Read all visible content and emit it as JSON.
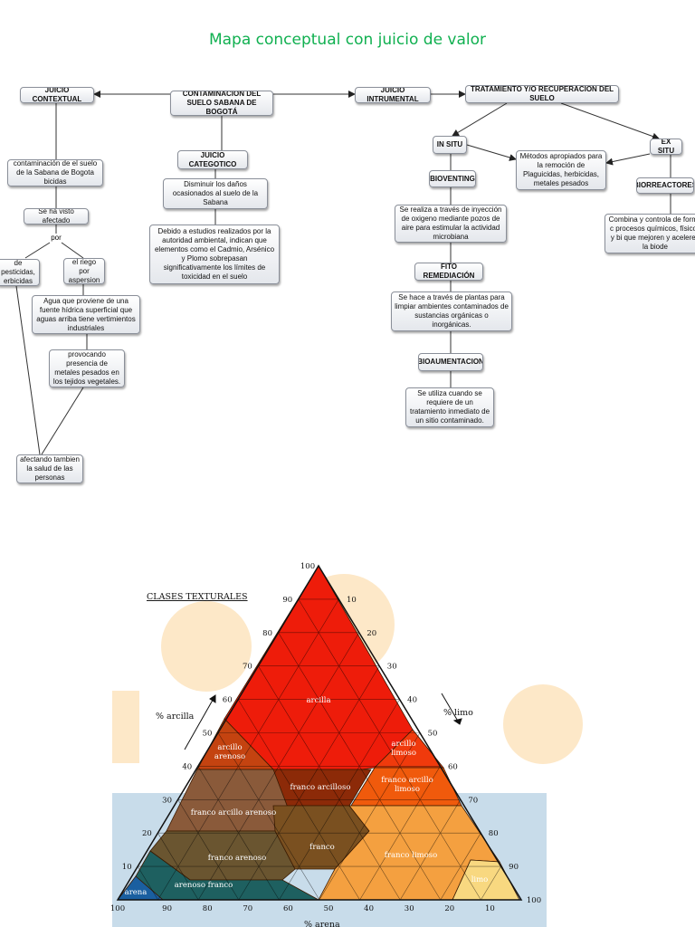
{
  "title": "Mapa conceptual con juicio de valor",
  "concept_map": {
    "contextual": "JUICIO CONTEXTUAL",
    "central": "CONTAMINACION DEL SUELO SABANA DE BOGOTÁ",
    "instrumental": "JUICIO INTRUMENTAL",
    "tratamiento": "TRATAMIENTO Y/O RECUPERACIÓN DEL SUELO",
    "ctx_desc": "contaminación de el suelo de la Sabana de Bogota bicidas",
    "visto": "Se ha visto afectado",
    "por": "por",
    "pesticidas": "de pesticidas, erbicidas",
    "riego": "el riego por aspersion",
    "agua": "Agua que proviene de una fuente hídrica superficial que aguas arriba tiene vertimientos industriales",
    "metales": "provocando presencia de metales pesados en los tejidos vegetales.",
    "salud": "afectando tambien la salud de las personas",
    "categorico": "JUICIO CATEGOTICO",
    "disminuir": "Disminuir los daños ocasionados al suelo de la Sabana",
    "debido": "Debido a estudios realizados por la autoridad ambiental, indican que elementos como el Cadmio, Arsénico y Plomo sobrepasan significativamente los límites de toxicidad en el suelo",
    "insitu": "IN SITU",
    "exsitu": "EX SITU",
    "metodos": "Métodos apropiados para la remoción de Plaguicidas, herbicidas, metales pesados",
    "bioventing": "BIOVENTING",
    "bioventing_desc": "Se realiza a través de inyección de oxigeno mediante pozos de aire para estimular la actividad microbiana",
    "biorreactores": "BIORREACTORES",
    "biorreactores_desc": "Combina y controla de forma c procesos químicos, físicos y bi que mejoren y aceleren la biode",
    "fito": "FITO REMEDIACIÓN",
    "fito_desc": "Se hace a través de plantas para limpiar ambientes contaminados de sustancias orgánicas o inorgánicas.",
    "bioaumentacion": "BIOAUMENTACION",
    "bioaumentacion_desc": "Se utiliza cuando se requiere de un tratamiento inmediato de un sitio contaminado."
  },
  "texture_triangle": {
    "heading": "CLASES TEXTURALES",
    "axis_arcilla": "% arcilla",
    "axis_limo": "% limo",
    "axis_arena": "% arena",
    "left_ticks": [
      "10",
      "20",
      "30",
      "40",
      "50",
      "60",
      "70",
      "80",
      "90",
      "100"
    ],
    "right_ticks": [
      "10",
      "20",
      "30",
      "40",
      "50",
      "60",
      "70",
      "80",
      "90",
      "100"
    ],
    "bottom_ticks": [
      "100",
      "90",
      "80",
      "70",
      "60",
      "50",
      "40",
      "30",
      "20",
      "10"
    ],
    "classes": [
      {
        "label": "arcilla",
        "color": "#ee1c0a"
      },
      {
        "label": "arcillo limoso",
        "color": "#f03a0c"
      },
      {
        "label": "arcillo arenoso",
        "color": "#c44310"
      },
      {
        "label": "franco arcilloso",
        "color": "#8c2a08"
      },
      {
        "label": "franco arcillo limoso",
        "color": "#f05a0c"
      },
      {
        "label": "franco arcillo arenoso",
        "color": "#8a5a3a"
      },
      {
        "label": "franco arenoso",
        "color": "#6a5530"
      },
      {
        "label": "franco",
        "color": "#7a5020"
      },
      {
        "label": "franco limoso",
        "color": "#f4a040"
      },
      {
        "label": "limo",
        "color": "#f8d880"
      },
      {
        "label": "arenoso franco",
        "color": "#1e6060"
      },
      {
        "label": "arena",
        "color": "#1a5fa0"
      }
    ]
  }
}
